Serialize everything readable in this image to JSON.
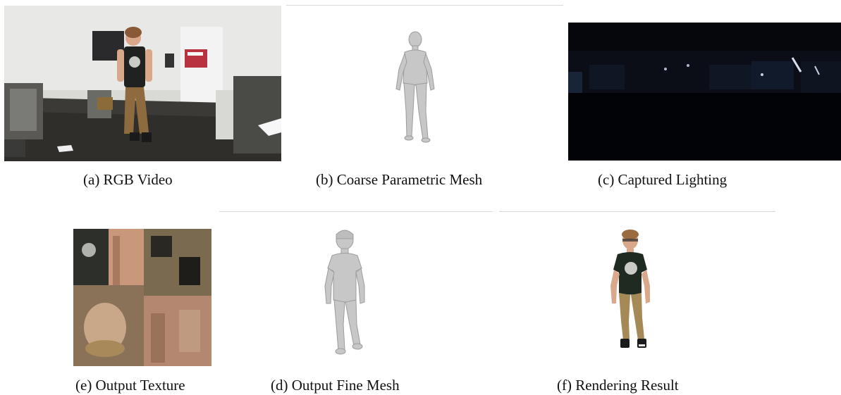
{
  "figure": {
    "row1": [
      {
        "id": "a",
        "caption": "(a) RGB Video"
      },
      {
        "id": "b",
        "caption": "(b) Coarse Parametric Mesh"
      },
      {
        "id": "c",
        "caption": "(c) Captured Lighting"
      }
    ],
    "row2": [
      {
        "id": "e",
        "caption": "(e) Output Texture"
      },
      {
        "id": "d",
        "caption": "(d) Output Fine Mesh"
      },
      {
        "id": "f",
        "caption": "(f) Rendering Result"
      }
    ]
  },
  "colors": {
    "background": "#ffffff",
    "mesh": "#c4c4c4",
    "lighting_bg": "#05070d",
    "shirt": "#1f2a20",
    "pants": "#a58a57"
  }
}
